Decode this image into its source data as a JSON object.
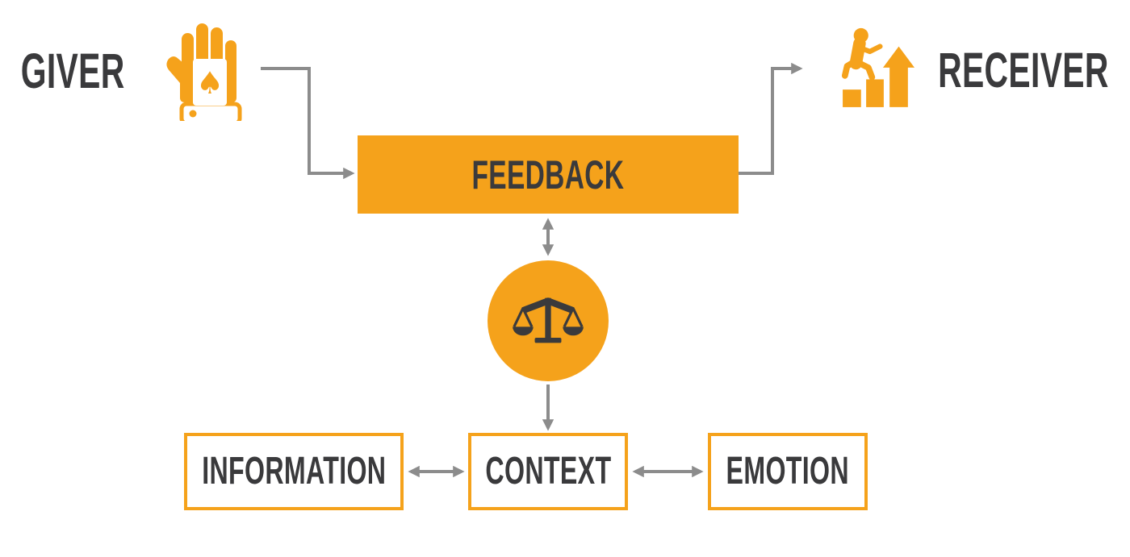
{
  "colors": {
    "orange": "#F5A21B",
    "dark_text": "#3A3A3C",
    "arrow_gray": "#8C8C8C",
    "background": "#FFFFFF"
  },
  "diagram": {
    "type": "flow-diagram",
    "giver": {
      "label": "GIVER",
      "icon": "hand-holding-playing-card"
    },
    "receiver": {
      "label": "RECEIVER",
      "icon": "person-climbing-steps-with-up-arrow"
    },
    "feedback": {
      "label": "FEEDBACK"
    },
    "balance": {
      "icon": "balance-scale"
    },
    "bottom_row": [
      {
        "id": "information",
        "label": "INFORMATION"
      },
      {
        "id": "context",
        "label": "CONTEXT"
      },
      {
        "id": "emotion",
        "label": "EMOTION"
      }
    ],
    "connections": [
      {
        "from": "giver",
        "to": "feedback",
        "style": "elbow-arrow"
      },
      {
        "from": "feedback",
        "to": "receiver",
        "style": "elbow-arrow"
      },
      {
        "from": "feedback",
        "to": "balance-scale",
        "style": "double-headed-arrow"
      },
      {
        "from": "balance-scale",
        "to": "context",
        "style": "arrow"
      },
      {
        "from": "information",
        "to": "context",
        "style": "double-headed-arrow"
      },
      {
        "from": "context",
        "to": "emotion",
        "style": "double-headed-arrow"
      }
    ]
  }
}
